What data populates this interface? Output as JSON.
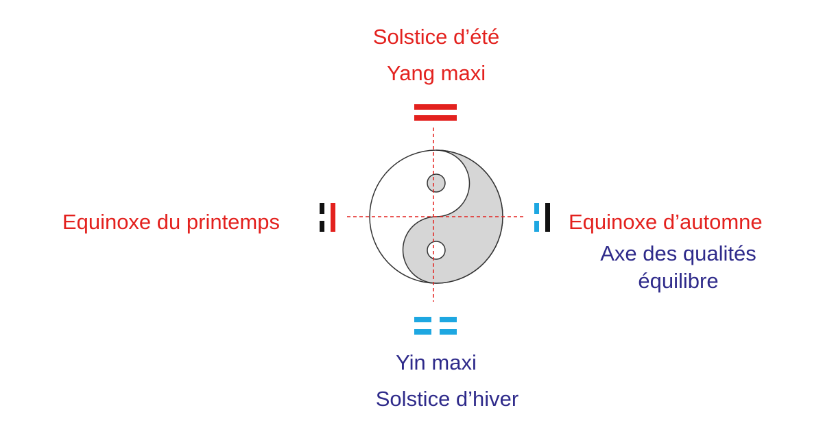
{
  "top": {
    "line1": "Solstice d’été",
    "line2": "Yang maxi"
  },
  "left": {
    "line1": "Equinoxe du printemps"
  },
  "right": {
    "line1": "Equinoxe d’automne",
    "line2": "Axe des qualités",
    "line3": "équilibre"
  },
  "bottom": {
    "line1": "Yin maxi",
    "line2": "Solstice d’hiver"
  },
  "colors": {
    "yang_red": "#e3211e",
    "yin_blue": "#1ea7e1",
    "text_blue": "#2e2a8a",
    "black": "#111111",
    "yin_fill": "#d6d6d6",
    "outline": "#333333"
  },
  "icons": {
    "top_trigram": "yang-yang-digram-icon",
    "bottom_trigram": "yin-yin-digram-icon",
    "left_trigram": "yin-yang-digram-icon",
    "right_trigram": "yang-yin-digram-icon",
    "center": "yin-yang-symbol-icon"
  }
}
